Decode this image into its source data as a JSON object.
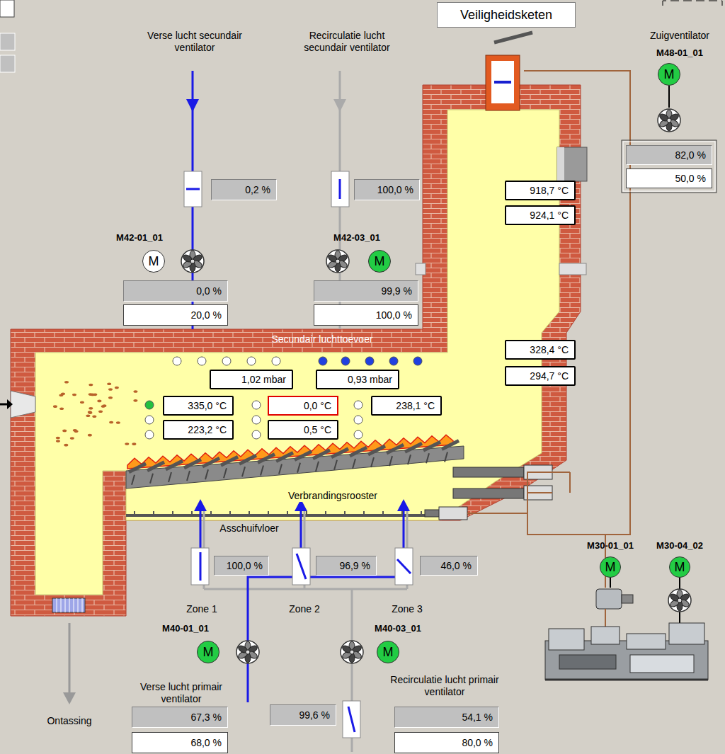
{
  "diagram": {
    "nodes": [
      {
        "text": [
          "Veiligheidsketen"
        ]
      },
      {
        "text": [
          "0,2 %"
        ]
      },
      {
        "text": [
          "100,0 %"
        ]
      },
      {
        "text": [
          "M"
        ]
      },
      {
        "text": [
          "82,0 %"
        ]
      },
      {
        "text": [
          "50,0 %"
        ]
      },
      {
        "text": [
          "918,7 °C"
        ]
      },
      {
        "text": [
          "924,1 °C"
        ]
      },
      {
        "text": [
          "M"
        ]
      },
      {
        "text": [
          "M"
        ]
      },
      {
        "text": [
          "0,0 %"
        ]
      },
      {
        "text": [
          "20,0 %"
        ]
      },
      {
        "text": [
          "99,9 %"
        ]
      },
      {
        "text": [
          "100,0 %"
        ]
      },
      {
        "text": [
          "328,4 °C"
        ]
      },
      {
        "text": [
          "294,7 °C"
        ]
      },
      {
        "text": [
          "1,02 mbar"
        ]
      },
      {
        "text": [
          "0,93 mbar"
        ]
      },
      {
        "text": [
          "335,0 °C"
        ]
      },
      {
        "text": [
          "0,0 °C"
        ]
      },
      {
        "text": [
          "238,1 °C"
        ]
      },
      {
        "text": [
          "223,2 °C"
        ]
      },
      {
        "text": [
          "0,5 °C"
        ]
      },
      {
        "text": [
          "100,0 %"
        ]
      },
      {
        "text": [
          "96,9 %"
        ]
      },
      {
        "text": [
          "46,0 %"
        ]
      },
      {
        "text": [
          "M"
        ]
      },
      {
        "text": [
          "M"
        ]
      },
      {
        "text": [
          "M"
        ]
      },
      {
        "text": [
          "M"
        ]
      },
      {
        "text": [
          "67,3 %"
        ]
      },
      {
        "text": [
          "99,6 %"
        ]
      },
      {
        "text": [
          "54,1 %"
        ]
      },
      {
        "text": [
          "68,0 %"
        ]
      },
      {
        "text": [
          "80,0 %"
        ]
      }
    ],
    "labels": [
      "Verse lucht secundair ventilator",
      "Recirculatie lucht secundair ventilator",
      "Zuigventilator",
      "M48-01_01",
      "M42-01_01",
      "M42-03_01",
      "Secundair luchttoevoer",
      "Verbrandingsrooster",
      "Asschuifvloer",
      "Zone 1",
      "Zone 2",
      "Zone 3",
      "M40-01_01",
      "M40-03_01",
      "M30-01_01",
      "M30-04_02",
      "Verse lucht primair ventilator",
      "Recirculatie lucht primair ventilator",
      "Ontassing"
    ]
  }
}
